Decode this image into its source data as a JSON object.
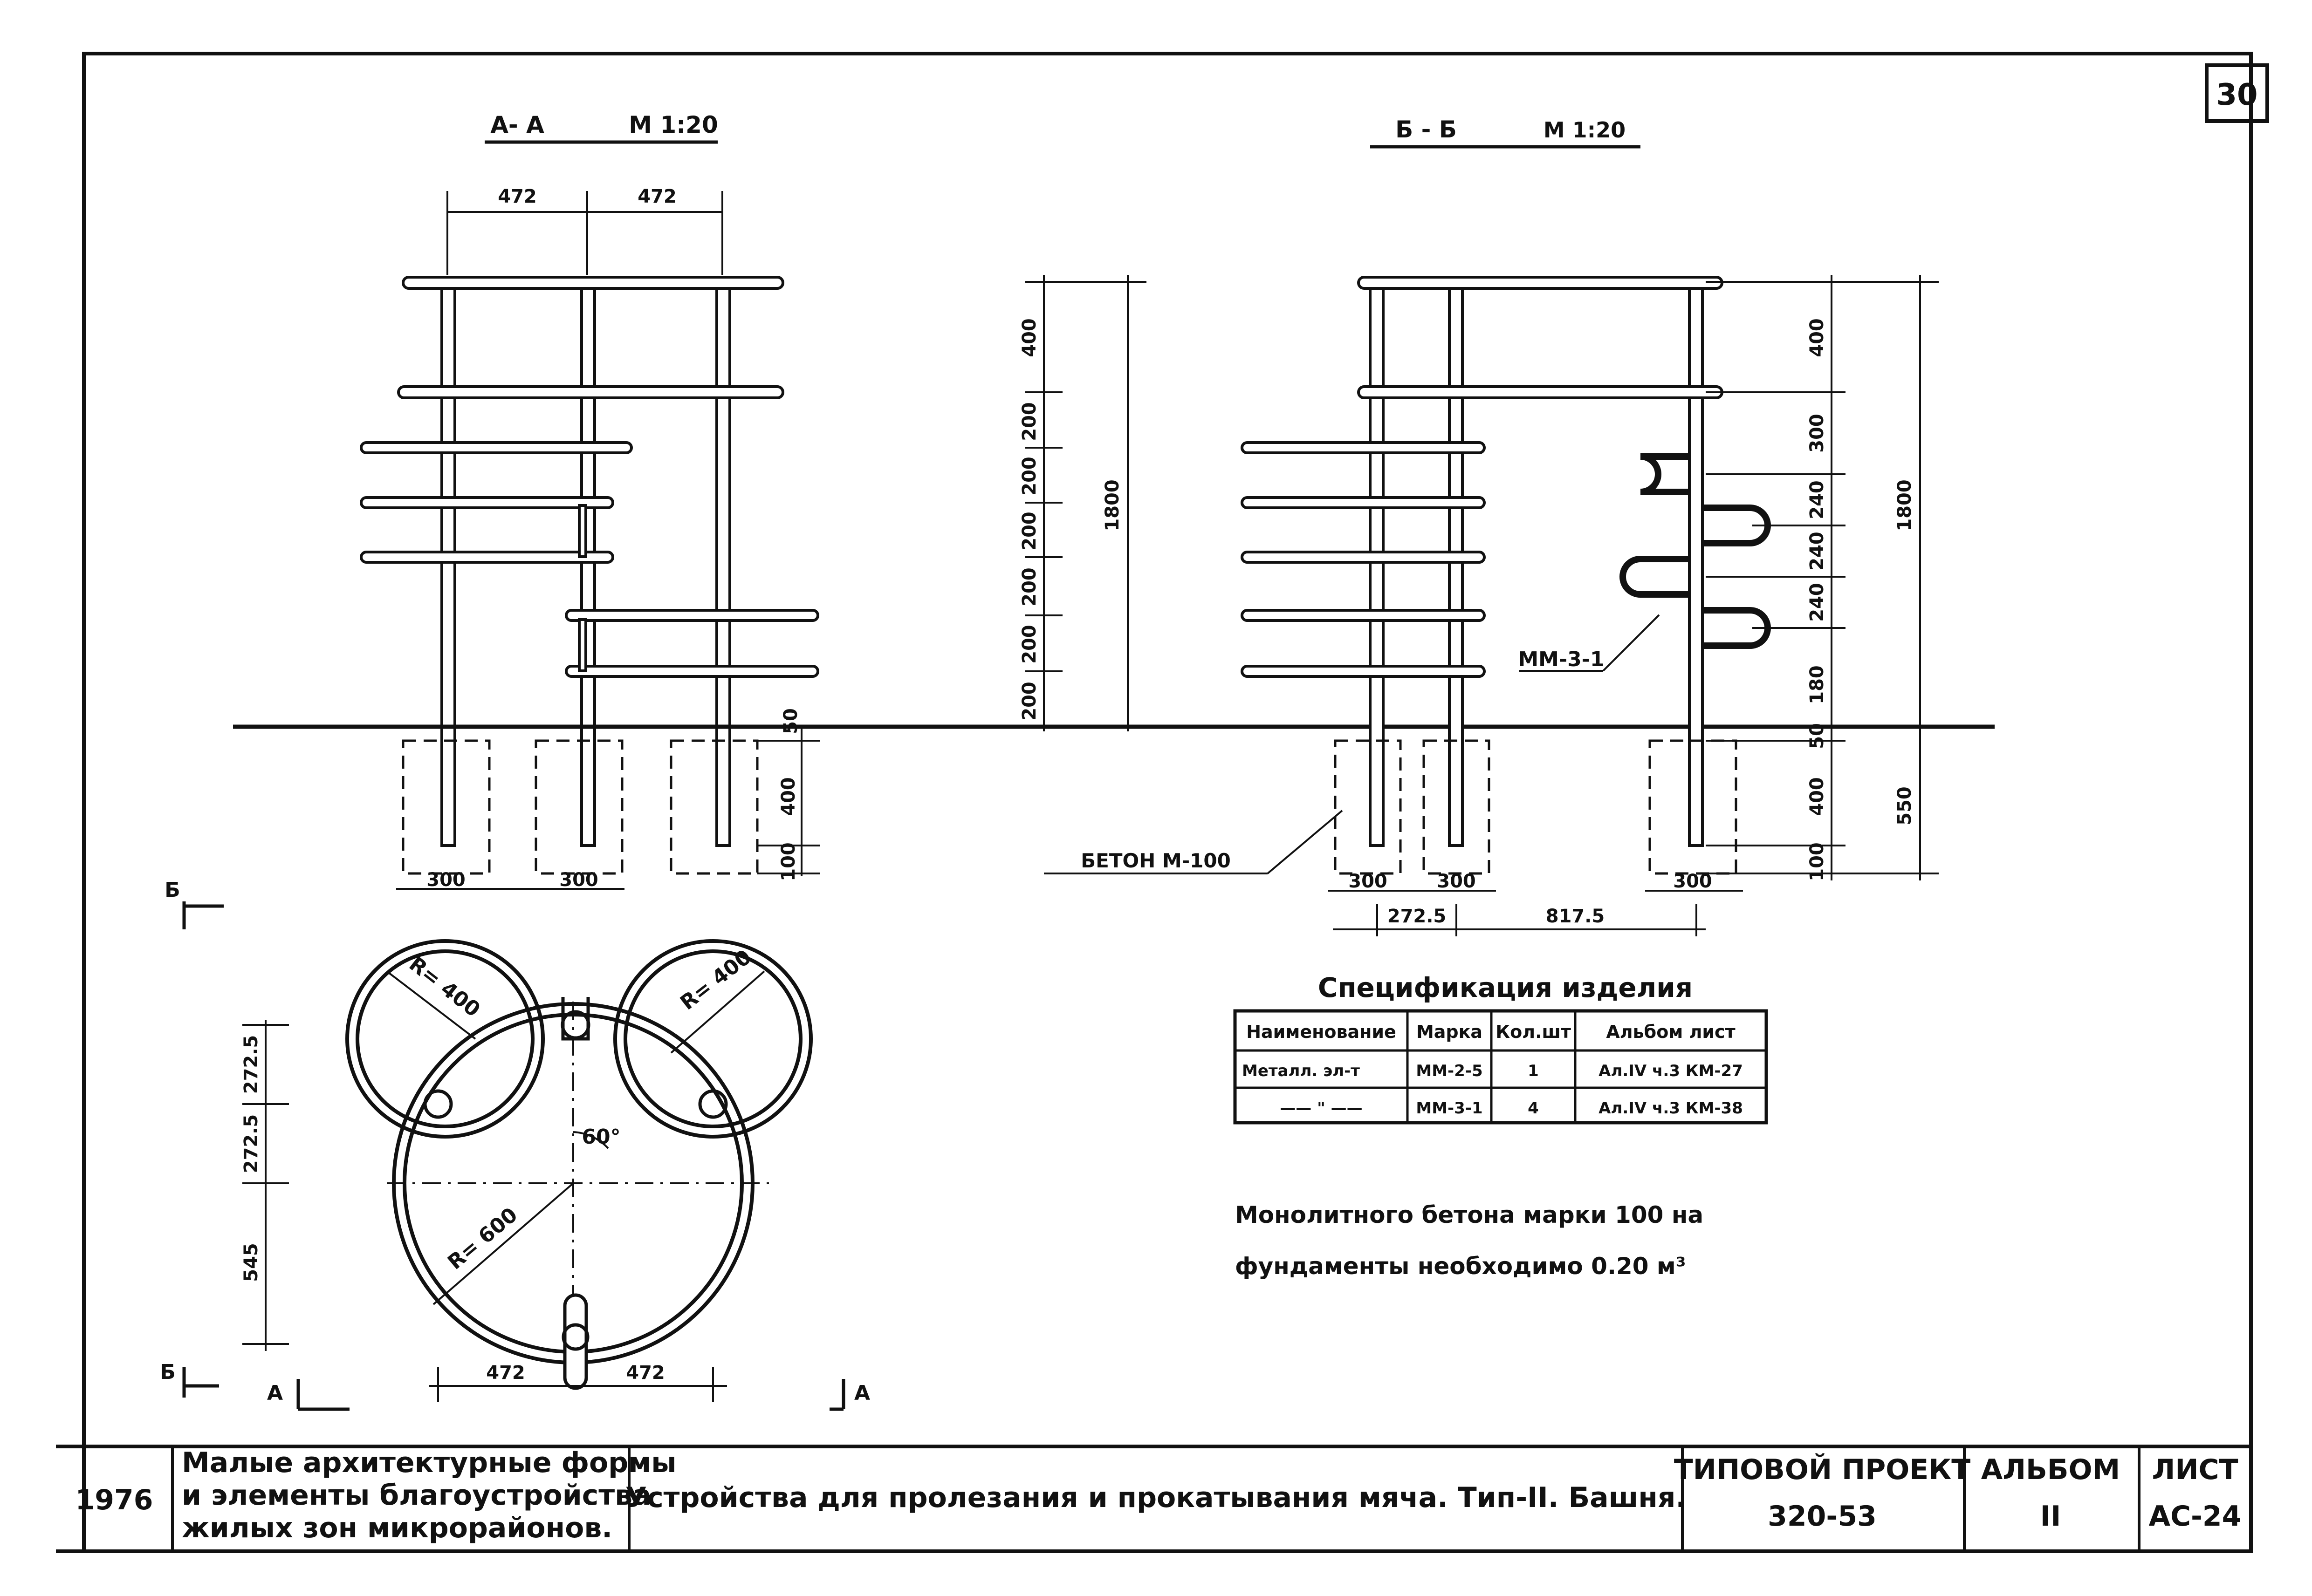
{
  "sheet": {
    "number": "30"
  },
  "section_aa": {
    "title": "А- А",
    "scale": "М 1:20",
    "dim_top_left": "472",
    "dim_top_right": "472",
    "dim_base_50": "50",
    "dim_base_400": "400",
    "dim_base_100": "100",
    "footing_w1": "300",
    "footing_w2": "300"
  },
  "section_bb": {
    "title": "Б - Б",
    "scale": "М 1:20",
    "left_dims": [
      "400",
      "200",
      "200",
      "200",
      "200",
      "200",
      "200"
    ],
    "total_height": "1800",
    "right_dims": [
      "400",
      "300",
      "240",
      "240",
      "240",
      "180",
      "50",
      "400",
      "100"
    ],
    "right_total_top": "1800",
    "right_total_bottom": "550",
    "part_mark": "ММ-3-1",
    "concrete_label": "БЕТОН М-100",
    "footing_w1": "300",
    "footing_w2": "300",
    "footing_w3": "300",
    "offset_small": "272.5",
    "offset_large": "817.5"
  },
  "plan": {
    "radius_small_left": "R= 400",
    "radius_small_right": "R= 400",
    "radius_large": "R= 600",
    "angle": "60°",
    "dim_v1": "272.5",
    "dim_v2": "272.5",
    "dim_v3": "545",
    "dim_h1": "472",
    "dim_h2": "472",
    "cut_b": "Б",
    "cut_a": "А"
  },
  "spec": {
    "title": "Спецификация изделия",
    "headers": [
      "Наименование",
      "Марка",
      "Кол.шт",
      "Альбом лист"
    ],
    "rows": [
      [
        "Металл. эл-т",
        "ММ-2-5",
        "1",
        "Ал.IV ч.3 КМ-27"
      ],
      [
        "—— \" ——",
        "ММ-3-1",
        "4",
        "Ал.IV ч.3 КМ-38"
      ]
    ]
  },
  "note": {
    "line1": "Монолитного бетона марки 100 на",
    "line2": "фундаменты необходимо 0.20 м³"
  },
  "title_block": {
    "year": "1976",
    "subject_line1": "Малые архитектурные формы",
    "subject_line2": "и элементы благоустройства",
    "subject_line3": "жилых зон микрорайонов.",
    "drawing_title": "Устройства для пролезания и прокатывания мяча. Тип-II. Башня.",
    "project_label": "ТИПОВОЙ ПРОЕКТ",
    "project_value": "320-53",
    "album_label": "АЛЬБОМ",
    "album_value": "II",
    "sheet_label": "ЛИСТ",
    "sheet_value": "АС-24"
  }
}
